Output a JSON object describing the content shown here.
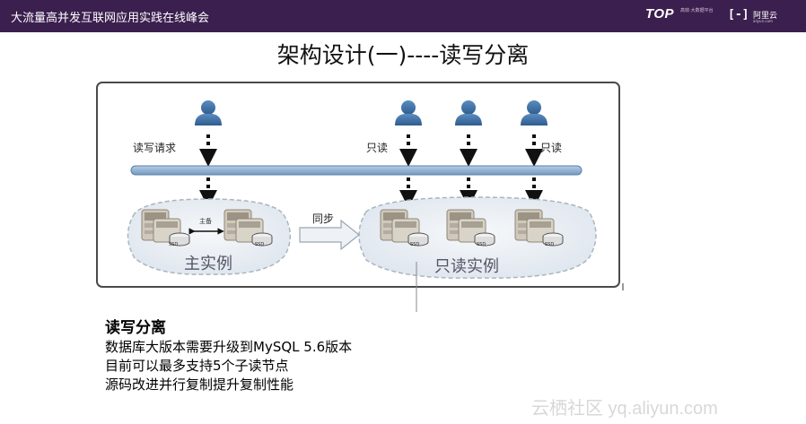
{
  "header": {
    "title": "大流量高并发互联网应用实践在线峰会",
    "logo_top": "TOP",
    "logo_top_sub": "高效·大数据平台",
    "logo_ali_mark": "[-]",
    "logo_ali_text": "阿里云",
    "logo_ali_sub": "aliyun.com"
  },
  "slide_title": "架构设计(一)----读写分离",
  "diagram": {
    "label_rw_request": "读写请求",
    "label_read_only": "只读",
    "label_backup": "主备",
    "label_sync": "同步",
    "label_primary_group": "主实例",
    "label_readonly_group": "只读实例",
    "server_label": "SSD"
  },
  "bottom": {
    "heading": "读写分离",
    "lines": [
      "数据库大版本需要升级到MySQL 5.6版本",
      "目前可以最多支持5个子读节点",
      "源码改进并行复制提升复制性能"
    ]
  },
  "watermark": "云栖社区 yq.aliyun.com",
  "colors": {
    "header_bg": "#3b1f4e",
    "user_icon": "#3d6fa3",
    "bus_bar": "#8eb0d3",
    "cloud_fill": "#e8eef4"
  }
}
